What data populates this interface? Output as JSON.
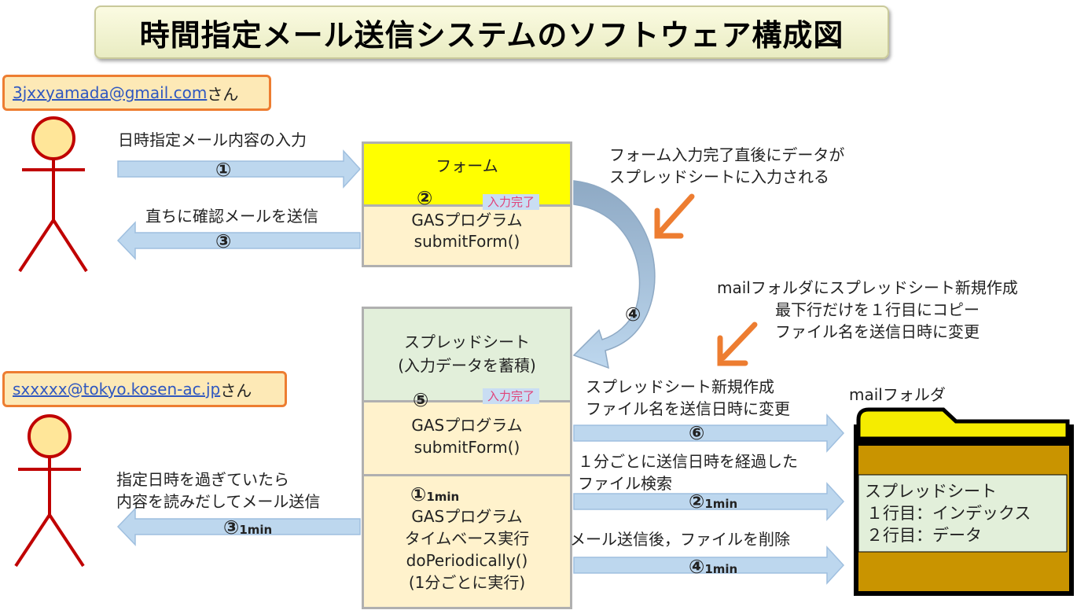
{
  "title": "時間指定メール送信システムのソフトウェア構成図",
  "user1": {
    "email": "3jxxyamada@gmail.com",
    "suffix": "さん"
  },
  "user2": {
    "email": "sxxxxx@tokyo.kosen-ac.jp",
    "suffix": "さん"
  },
  "flow_top": {
    "input_label": "日時指定メール内容の入力",
    "step1": "①",
    "confirm_label": "直ちに確認メールを送信",
    "step3": "③",
    "form_label": "フォーム",
    "step2": "②",
    "input_done": "入力完了",
    "gas_line1": "GASプログラム",
    "gas_line2": "submitForm()"
  },
  "note_form_complete": [
    "フォーム入力完了直後にデータが",
    "スプレッドシートに入力される"
  ],
  "step4": "④",
  "note_mail_folder": [
    "mailフォルダにスプレッドシート新規作成",
    "最下行だけを１行目にコピー",
    "ファイル名を送信日時に変更"
  ],
  "sheet_box": {
    "line1": "スプレッドシート",
    "line2": "(入力データを蓄積)"
  },
  "step5": "⑤",
  "input_done2": "入力完了",
  "gas2": {
    "line1": "GASプログラム",
    "line2": "submitForm()"
  },
  "gas3": {
    "step": "①",
    "step_sub": "1min",
    "line1": "GASプログラム",
    "line2": "タイムベース実行",
    "line3": "doPeriodically()",
    "line4": "(1分ごとに実行)"
  },
  "send_label": [
    "指定日時を過ぎていたら",
    "内容を読みだしてメール送信"
  ],
  "step3b": "③",
  "step3b_sub": "1min",
  "arrow6_label": [
    "スプレッドシート新規作成",
    "ファイル名を送信日時に変更"
  ],
  "step6": "⑥",
  "arrow2_label": [
    "１分ごとに送信日時を経過した",
    "ファイル検索"
  ],
  "step2b": "②",
  "step2b_sub": "1min",
  "arrow4_label": "メール送信後，ファイルを削除",
  "step4b": "④",
  "step4b_sub": "1min",
  "folder": {
    "name": "mailフォルダ",
    "sheet_title": "スプレッドシート",
    "row1": "１行目：インデックス",
    "row2": "２行目：データ"
  },
  "colors": {
    "accent_orange": "#ed7d31",
    "arrow_blue": "#bdd7ee",
    "form_yellow": "#ffff00",
    "gas_beige": "#fff2cc",
    "sheet_green": "#e2efda",
    "folder_yellow": "#f5ec00",
    "folder_brown": "#c99400",
    "stick_red": "#c00000"
  }
}
